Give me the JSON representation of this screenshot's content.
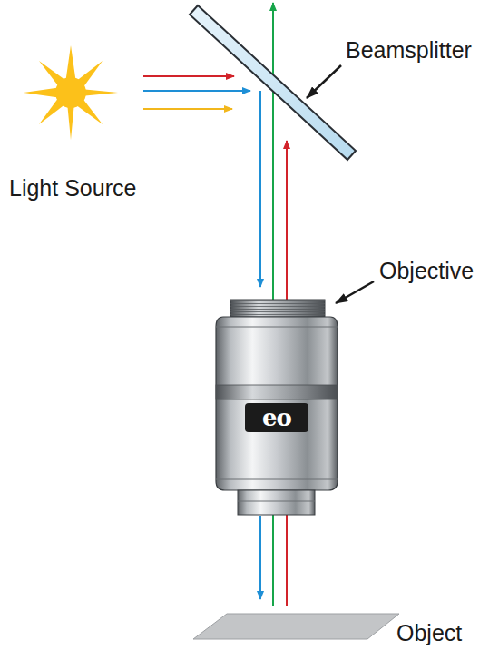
{
  "diagram": {
    "labels": [
      "Beamsplitter",
      "Light Source",
      "Objective",
      "eo",
      "Object"
    ]
  }
}
